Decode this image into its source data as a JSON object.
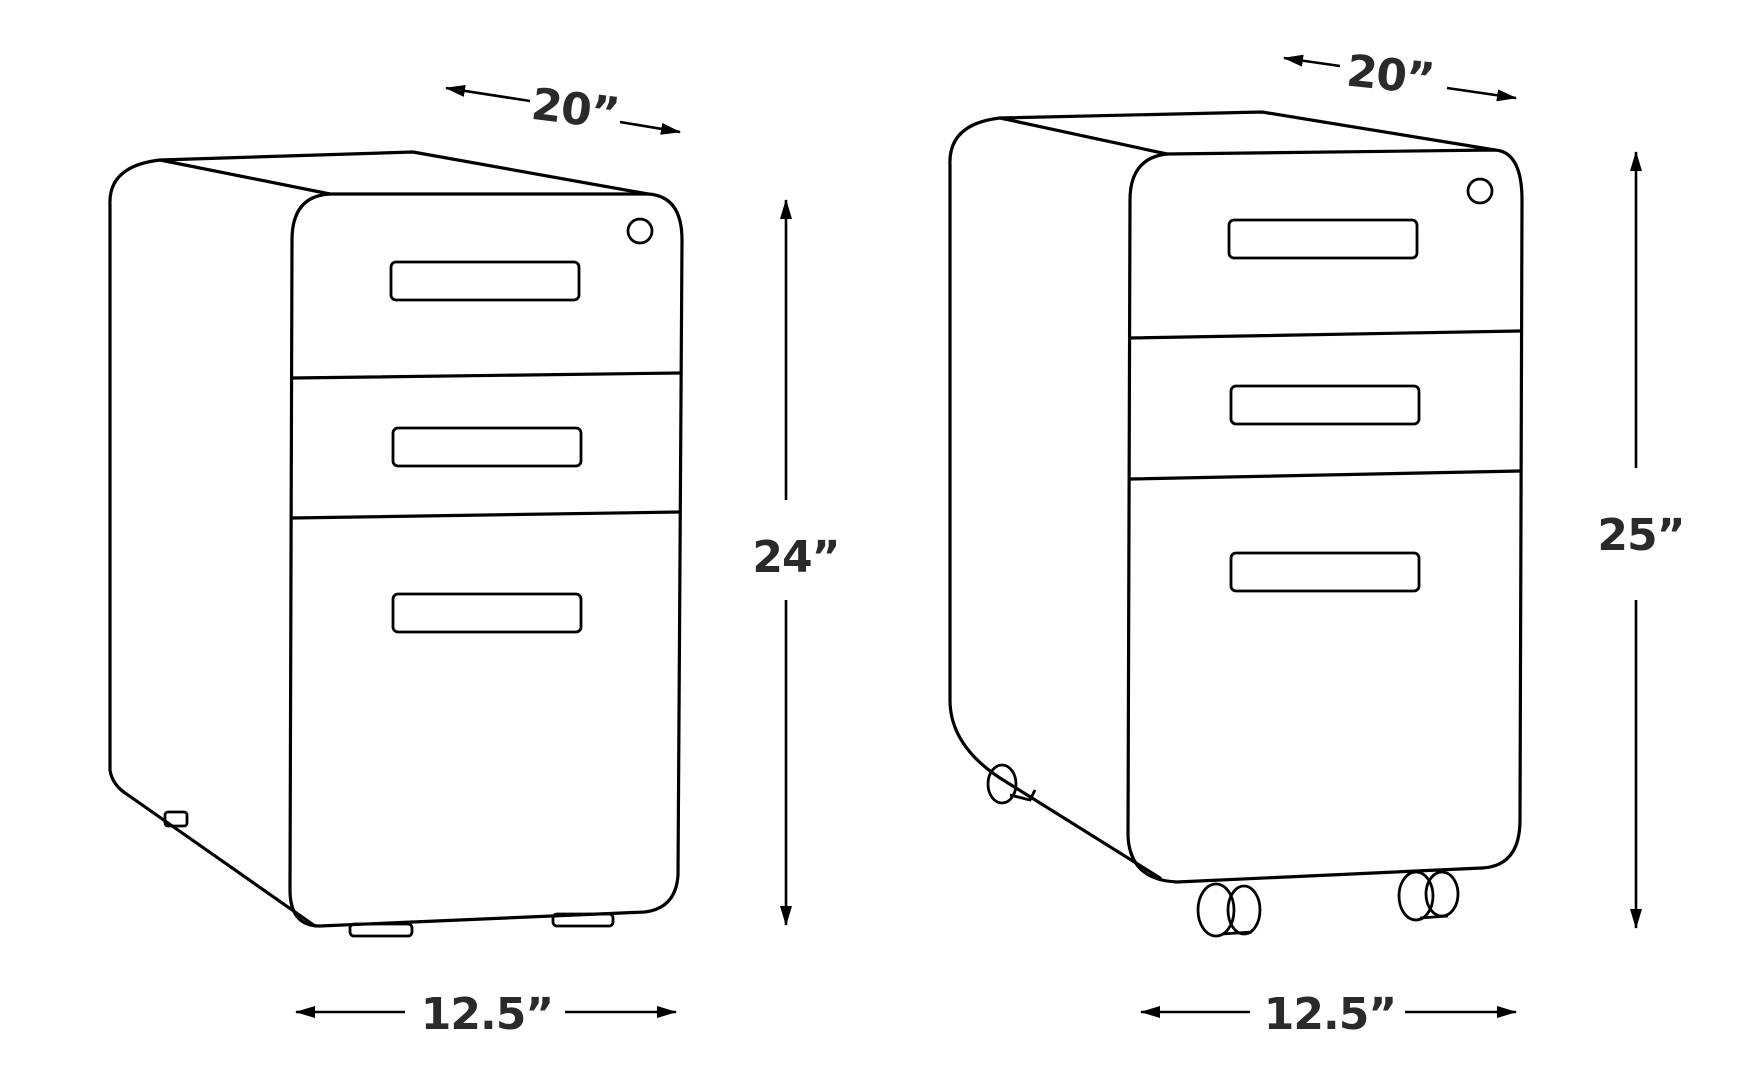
{
  "colors": {
    "stroke": "#000000",
    "text": "#2a2a2a",
    "background": "#ffffff"
  },
  "cabinets": [
    {
      "name": "cabinet-left",
      "feet": "glides",
      "drawers": 3,
      "dimensions": {
        "depth": "20”",
        "height": "24”",
        "width": "12.5”"
      }
    },
    {
      "name": "cabinet-right",
      "feet": "casters",
      "drawers": 3,
      "dimensions": {
        "depth": "20”",
        "height": "25”",
        "width": "12.5”"
      }
    }
  ]
}
